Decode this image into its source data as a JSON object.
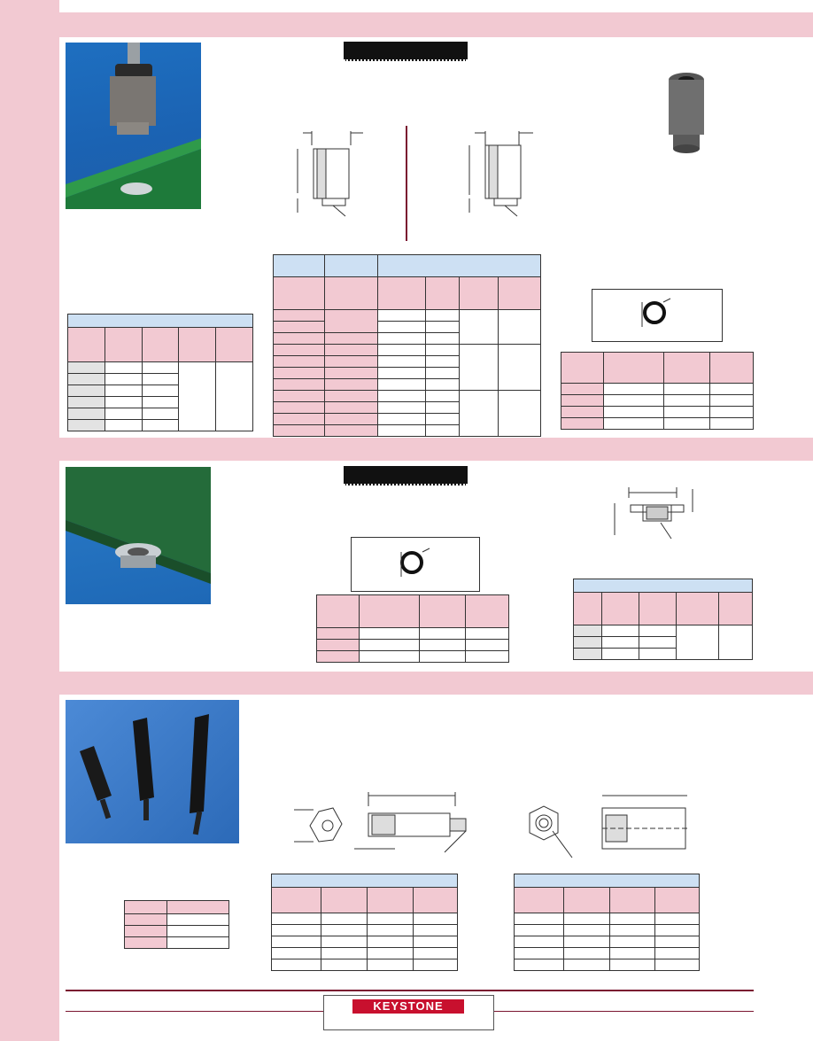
{
  "brand": {
    "logo_text": "KEYSTONE",
    "accent_color": "#c8102e",
    "band_color": "#f2c9d2",
    "header_color": "#cde0f3"
  },
  "sections": [
    {
      "photo": "threaded-standoff-on-pcb",
      "product_drawing": "threaded-insert-3d-render"
    },
    {
      "photo": "flange-insert-in-pcb"
    },
    {
      "photo": "hex-standoffs-male-female"
    }
  ]
}
